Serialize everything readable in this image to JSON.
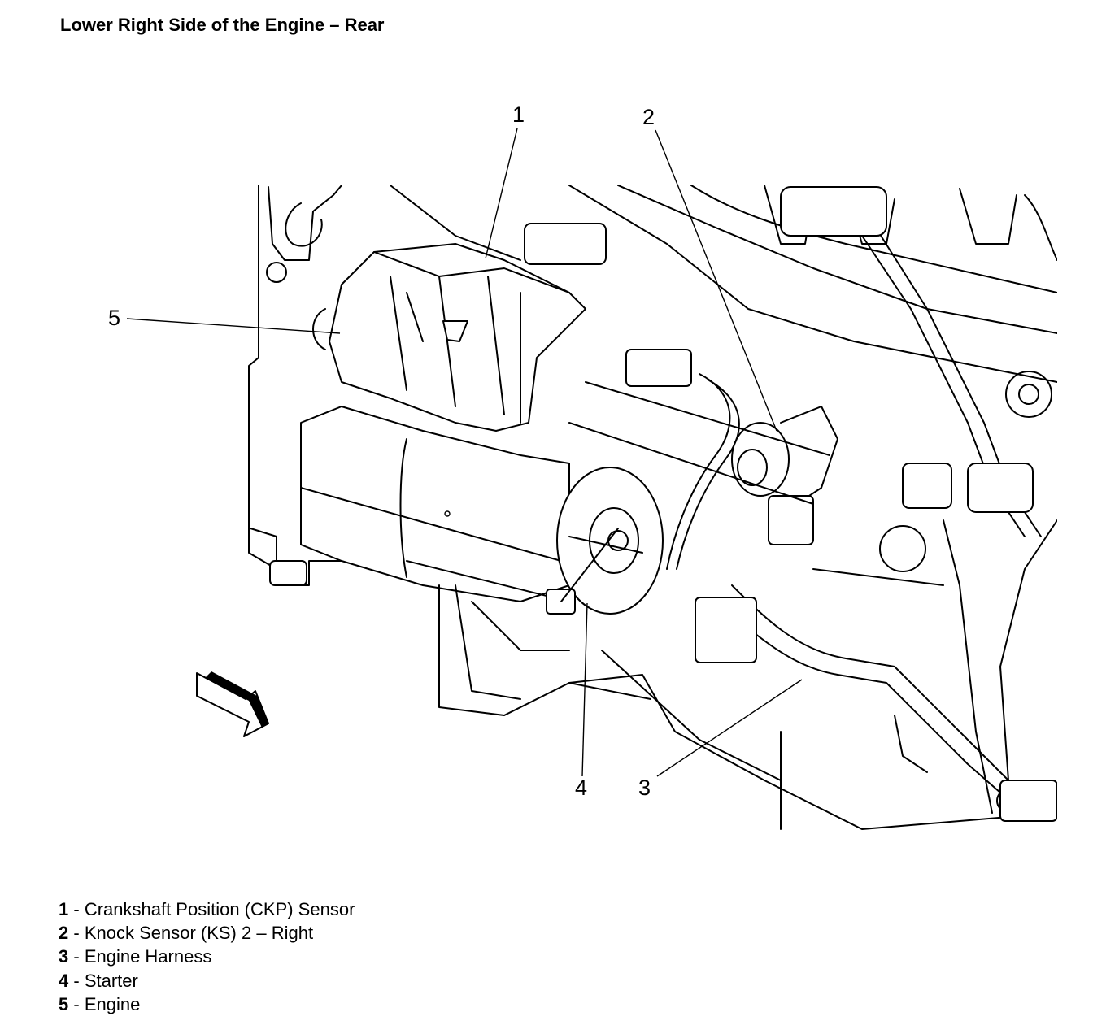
{
  "title": "Lower Right Side of the Engine – Rear",
  "callouts": [
    {
      "number": "1",
      "part": "Crankshaft Position (CKP) Sensor"
    },
    {
      "number": "2",
      "part": "Knock Sensor (KS) 2 – Right"
    },
    {
      "number": "3",
      "part": "Engine Harness"
    },
    {
      "number": "4",
      "part": "Starter"
    },
    {
      "number": "5",
      "part": "Engine"
    }
  ],
  "legend": [
    {
      "num": "1",
      "sep": " - ",
      "text": "Crankshaft Position (CKP) Sensor"
    },
    {
      "num": "2",
      "sep": " - ",
      "text": "Knock Sensor (KS) 2 – Right"
    },
    {
      "num": "3",
      "sep": " - ",
      "text": "Engine Harness"
    },
    {
      "num": "4",
      "sep": " - ",
      "text": "Starter"
    },
    {
      "num": "5",
      "sep": " - ",
      "text": "Engine"
    }
  ],
  "icons": {
    "direction_arrow": "front-direction-arrow-icon"
  }
}
